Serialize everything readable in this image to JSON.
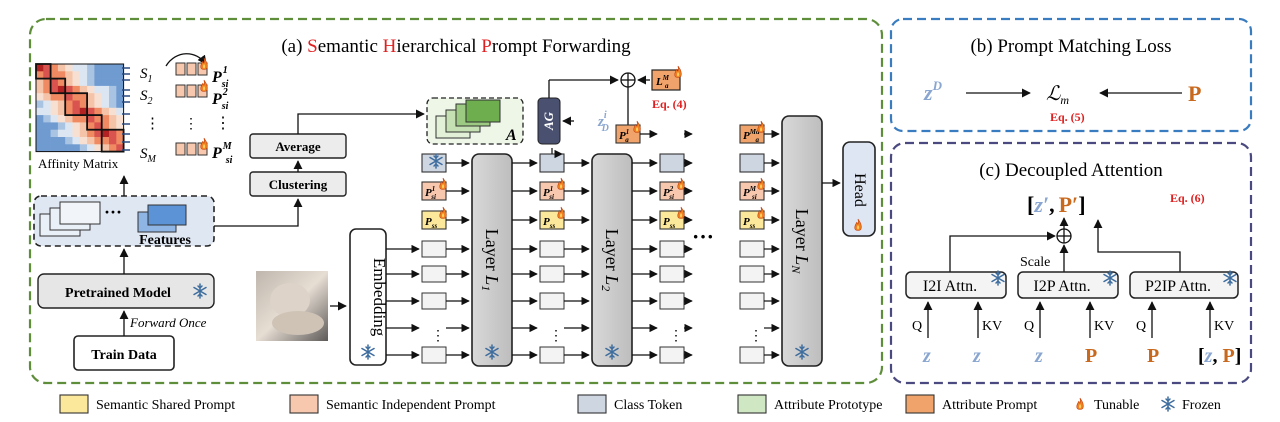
{
  "panel_a": {
    "title_parts": [
      "(a) ",
      "S",
      "emantic ",
      "H",
      "ierarchical ",
      "P",
      "rompt Forwarding"
    ],
    "affinity_label": "Affinity Matrix",
    "s_labels": [
      {
        "base": "S",
        "sub": "1"
      },
      {
        "base": "S",
        "sub": "2"
      },
      {
        "base": "⋮",
        "sub": ""
      },
      {
        "base": "S",
        "sub": "M"
      }
    ],
    "p_si_labels": [
      {
        "base": "P",
        "sub": "si",
        "sup": "1"
      },
      {
        "base": "P",
        "sub": "si",
        "sup": "2"
      },
      {
        "base": "⋮",
        "sub": "",
        "sup": ""
      },
      {
        "base": "P",
        "sub": "si",
        "sup": "M"
      }
    ],
    "features_label": "Features",
    "dots": "···",
    "pretrained_label": "Pretrained Model",
    "forward_once": "Forward Once",
    "train_data": "Train Data",
    "average": "Average",
    "clustering": "Clustering",
    "embedding": "Embedding",
    "prototype_label": "A",
    "ag_label": "AG",
    "zd": {
      "base": "z",
      "sub": "D",
      "sup": "i"
    },
    "eq4": "Eq. (4)",
    "la_m": {
      "base": "L",
      "sub": "a",
      "sup": "M"
    },
    "layers": [
      {
        "name": "Layer",
        "sym": "L",
        "sub": "1"
      },
      {
        "name": "Layer",
        "sym": "L",
        "sub": "2"
      },
      {
        "name": "Layer",
        "sym": "L",
        "sub": "N"
      }
    ],
    "head_label": "Head",
    "col1_prompts": [
      {
        "base": "P",
        "sub": "si",
        "sup": "1"
      },
      {
        "base": "P",
        "sub": "ss",
        "sup": ""
      }
    ],
    "col2_prompts": [
      {
        "base": "P",
        "sub": "a",
        "sup": "1"
      },
      {
        "base": "P",
        "sub": "si",
        "sup": "1"
      },
      {
        "base": "P",
        "sub": "ss",
        "sup": ""
      }
    ],
    "col3_prompts": [
      {
        "base": "P",
        "sub": "si",
        "sup": "2"
      },
      {
        "base": "P",
        "sub": "ss",
        "sup": ""
      }
    ],
    "col4_prompts": [
      {
        "base": "P",
        "sub": "a",
        "sup": "Ma"
      },
      {
        "base": "P",
        "sub": "si",
        "sup": "M"
      },
      {
        "base": "P",
        "sub": "ss",
        "sup": ""
      }
    ],
    "vdots": "⋮",
    "ellipsis": "···"
  },
  "panel_b": {
    "title": "(b) Prompt Matching Loss",
    "zd": {
      "base": "z",
      "sup": "D"
    },
    "loss": {
      "base": "ℒ",
      "sub": "m"
    },
    "p": "P",
    "eq": "Eq. (5)"
  },
  "panel_c": {
    "title": "(c) Decoupled Attention",
    "output": {
      "open": "[",
      "z": "z′",
      "comma": ",",
      "p": "P′",
      "close": "]"
    },
    "eq": "Eq. (6)",
    "scale": "Scale",
    "blocks": [
      "I2I Attn.",
      "I2P Attn.",
      "P2IP Attn."
    ],
    "q": "Q",
    "kv": "KV",
    "inputs": [
      {
        "q": "z",
        "kv": "z"
      },
      {
        "q": "z",
        "kv": "P"
      },
      {
        "q": "P",
        "kv": "[z, P]"
      }
    ]
  },
  "legend": [
    {
      "label": "Semantic Shared Prompt",
      "color": "#fbe89a"
    },
    {
      "label": "Semantic Independent Prompt",
      "color": "#f8c8ae"
    },
    {
      "label": "Class Token",
      "color": "#ced6e2"
    },
    {
      "label": "Attribute Prototype",
      "color": "#cfe7c2"
    },
    {
      "label": "Attribute Prompt",
      "color": "#f0a36a"
    },
    {
      "label": "Tunable",
      "icon": "flame-icon"
    },
    {
      "label": "Frozen",
      "icon": "snowflake-icon"
    }
  ],
  "colors": {
    "panel_a_border": "#5e8e3a",
    "panel_b_border": "#3a7cc0",
    "panel_c_border": "#4a4a80",
    "accent_red": "#e02020",
    "z_blue": "#8aa6d0",
    "p_orange": "#c8691e",
    "ag_fill": "#4a5070"
  }
}
